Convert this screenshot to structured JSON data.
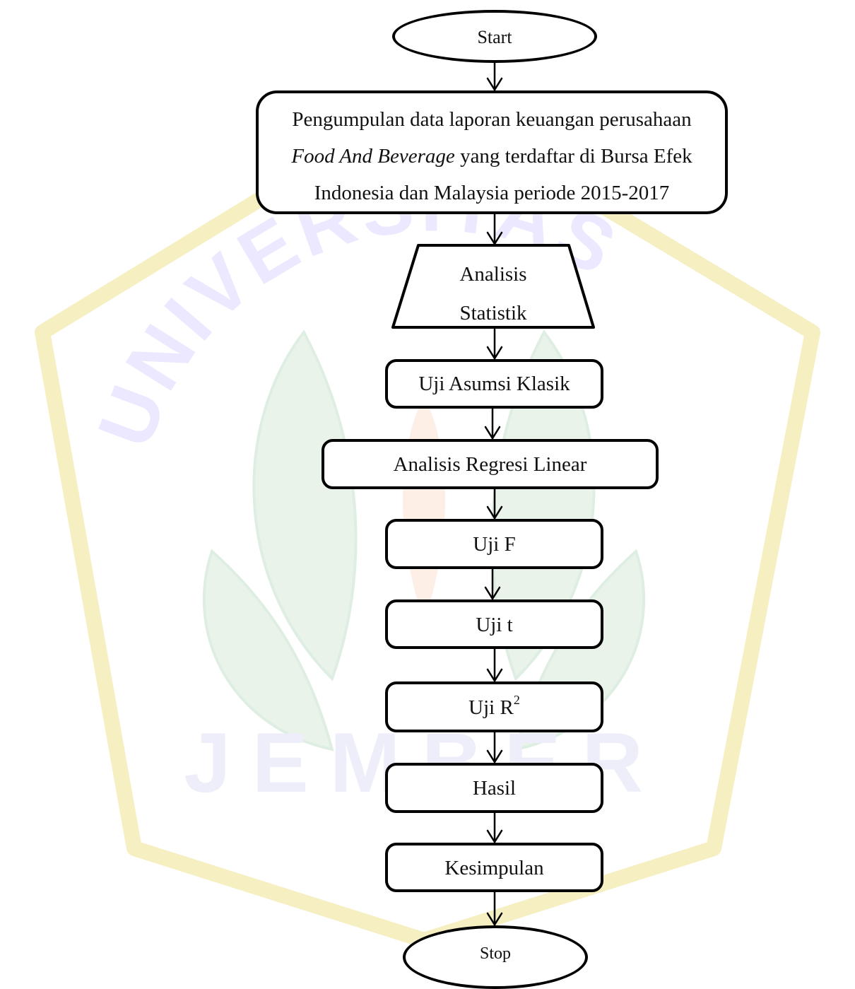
{
  "watermark": {
    "arc_text": "UNIVERSITAS",
    "bottom_text": "JEMBER",
    "colors": {
      "arc_letters": "#ece8ff",
      "leaves": "#e6f1e8",
      "shield": "#f6efc2"
    }
  },
  "flow": {
    "start": "Start",
    "collect": {
      "line1": "Pengumpulan data laporan keuangan perusahaan",
      "line2_italic": "Food And Beverage",
      "line2_rest": " yang terdaftar di Bursa Efek",
      "line3": "Indonesia dan Malaysia periode 2015-2017"
    },
    "analysis": {
      "line1": "Analisis",
      "line2": "Statistik"
    },
    "classic_test": "Uji Asumsi Klasik",
    "regression": "Analisis Regresi Linear",
    "f_test": "Uji F",
    "t_test": "Uji t",
    "r2_test": {
      "text": "Uji R",
      "sup": "2"
    },
    "result": "Hasil",
    "conclusion": "Kesimpulan",
    "stop": "Stop"
  }
}
